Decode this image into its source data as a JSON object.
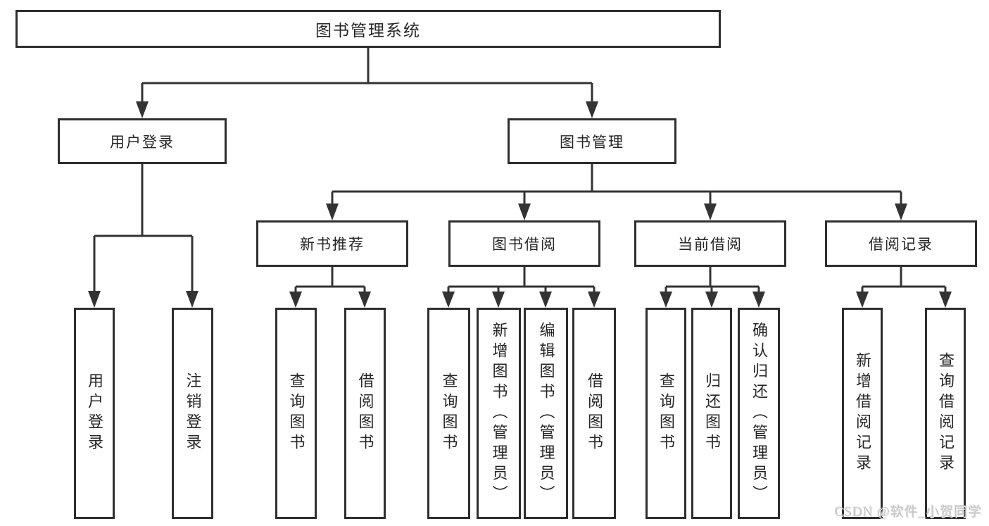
{
  "tree": {
    "root": "图书管理系统",
    "user_login": {
      "label": "用户登录",
      "children": [
        "用户登录",
        "注销登录"
      ]
    },
    "book_mgmt": {
      "label": "图书管理",
      "groups": [
        {
          "label": "新书推荐",
          "children": [
            "查询图书",
            "借阅图书"
          ]
        },
        {
          "label": "图书借阅",
          "children": [
            "查询图书",
            "新增图书（管理员）",
            "编辑图书（管理员）",
            "借阅图书"
          ]
        },
        {
          "label": "当前借阅",
          "children": [
            "查询图书",
            "归还图书",
            "确认归还（管理员）"
          ]
        },
        {
          "label": "借阅记录",
          "children": [
            "新增借阅记录",
            "查询借阅记录"
          ]
        }
      ]
    }
  },
  "watermark": "CSDN @软件_小贺同学",
  "colors": {
    "line": "#333333",
    "box_border": "#2e2e2e",
    "box_fill": "#ffffff",
    "text": "#262626",
    "watermark": "#c6c6c6",
    "background": "#ffffff"
  }
}
